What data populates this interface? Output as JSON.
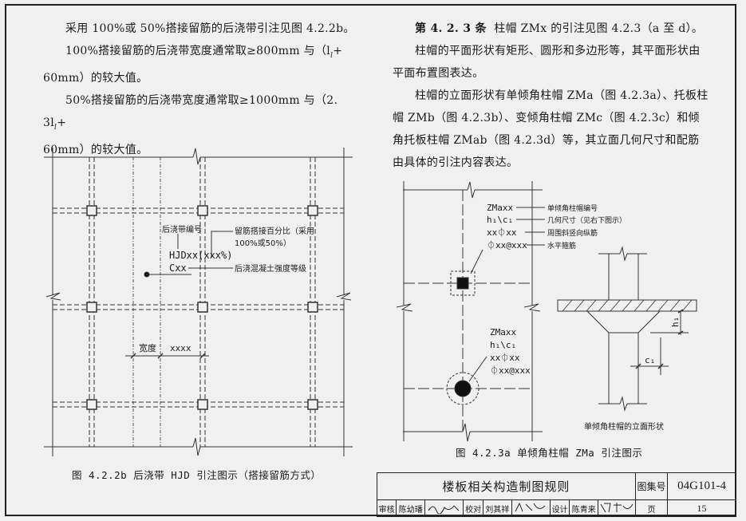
{
  "left_text": {
    "line1": "采用 100%或 50%搭接留筋的后浇带引注见图 4.2.2b。",
    "para2": "100%搭接留筋的后浇带宽度通常取≥800mm 与（l",
    "para2_sub": "l",
    "para2_end": "+",
    "para2_cont": "60mm）的较大值。",
    "para3": "50%搭接留筋的后浇带宽度通常取≥1000mm 与（2. 3l",
    "para3_sub": "l",
    "para3_end": "+",
    "para3_cont": "60mm）的较大值。"
  },
  "right_text": {
    "article_no": "第 4. 2. 3 条",
    "article_title": "柱帽 ZMx 的引注见图 4.2.3（a 至 d）。",
    "para1": "柱帽的平面形状有矩形、圆形和多边形等，其平面形状由平面布置图表达。",
    "para2": "柱帽的立面形状有单倾角柱帽 ZMa（图 4.2.3a）、托板柱帽 ZMb（图 4.2.3b）、变倾角柱帽 ZMc（图 4.2.3c）和倾角托板柱帽 ZMab（图 4.2.3d）等，其立面几何尺寸和配筋由具体的引注内容表达。"
  },
  "figure_left": {
    "caption": "图 4.2.2b 后浇带 HJD 引注图示（搭接留筋方式）",
    "label_number": "后浇带编号",
    "label_percent_1": "留筋搭接百分比（采用",
    "label_percent_2": "100%或50%）",
    "code_line": "HJDxx(xxx%)",
    "grade_code": "Cxx",
    "label_grade": "后浇混凝土强度等级",
    "width_label": "宽度",
    "width_value": "xxxx"
  },
  "figure_right": {
    "caption": "图 4.2.3a 单倾角柱帽 ZMa 引注图示",
    "codes": [
      "ZMaxx",
      "h₁\\c₁",
      "xx⏀xx",
      "⏀xx@xxx"
    ],
    "labels": [
      "单倾角柱帽编号",
      "几何尺寸（见右下图示）",
      "周围斜竖向纵筋",
      "水平箍筋"
    ],
    "elevation_caption": "单倾角柱帽的立面形状",
    "dim_h": "h₁",
    "dim_c": "c₁"
  },
  "title_block": {
    "title": "楼板相关构造制图规则",
    "atlas_label": "图集号",
    "atlas_no": "04G101-4",
    "review_label": "审核",
    "reviewer": "陈幼璠",
    "check_label": "校对",
    "checker": "刘其祥",
    "design_label": "设计",
    "designer": "陈青来",
    "page_label": "页",
    "page_no": "15"
  }
}
